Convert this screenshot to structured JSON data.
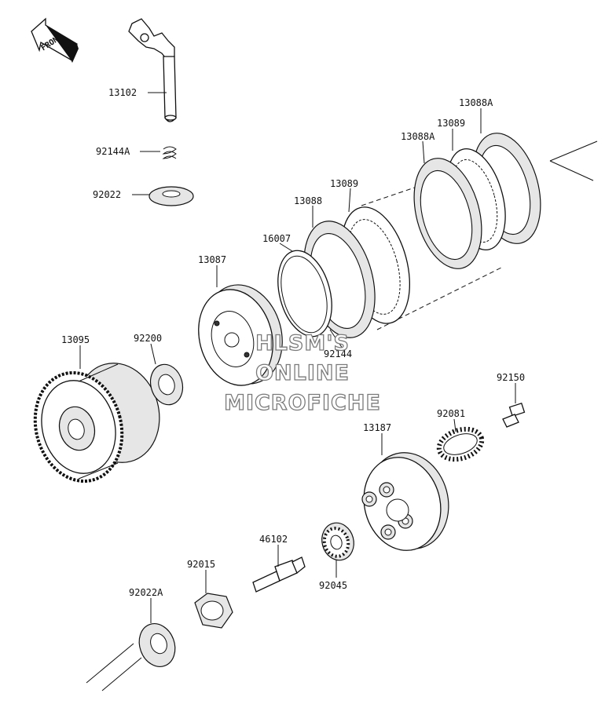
{
  "diagram": {
    "front_label": "FRONT",
    "parts": [
      {
        "id": "13102"
      },
      {
        "id": "92144A"
      },
      {
        "id": "92022"
      },
      {
        "id": "13088A"
      },
      {
        "id": "13089"
      },
      {
        "id": "13088A"
      },
      {
        "id": "13089"
      },
      {
        "id": "13088"
      },
      {
        "id": "16007"
      },
      {
        "id": "13087"
      },
      {
        "id": "13095"
      },
      {
        "id": "92200"
      },
      {
        "id": "92144"
      },
      {
        "id": "92150"
      },
      {
        "id": "92081"
      },
      {
        "id": "13187"
      },
      {
        "id": "46102"
      },
      {
        "id": "92045"
      },
      {
        "id": "92015"
      },
      {
        "id": "92022A"
      }
    ]
  },
  "watermark": {
    "line1": "HLSM'S",
    "line2": "ONLINE",
    "line3": "MICROFICHE"
  }
}
